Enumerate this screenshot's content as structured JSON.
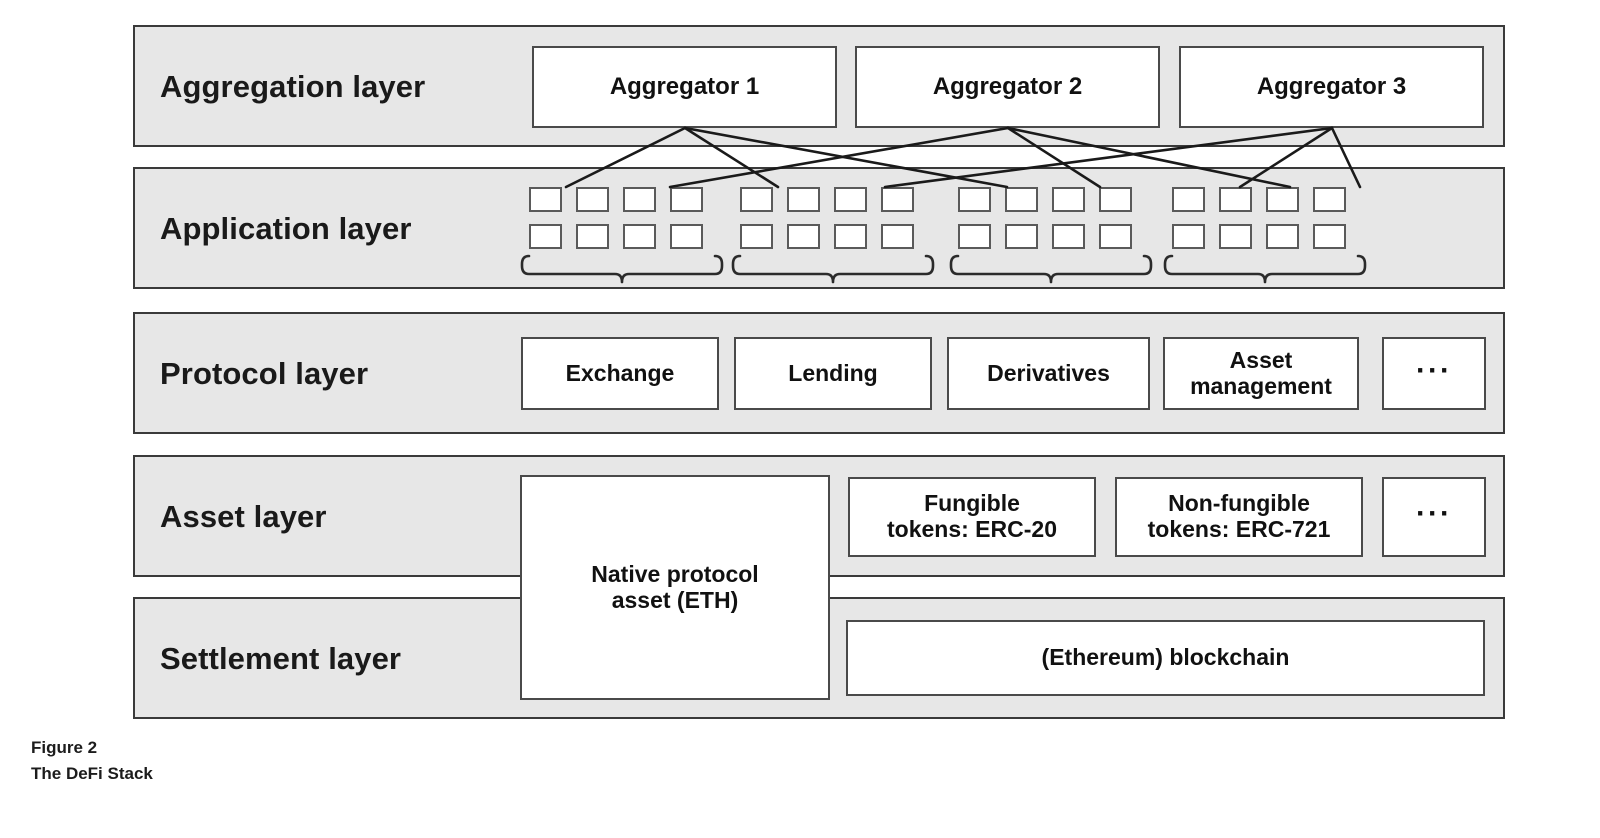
{
  "figure": {
    "caption_number": "Figure 2",
    "caption_title": "The DeFi Stack"
  },
  "colors": {
    "band_fill": "#e7e7e7",
    "band_border": "#3a3a3a",
    "box_fill": "#ffffff",
    "box_border": "#4a4a4a",
    "text": "#111111",
    "page_background": "#ffffff"
  },
  "layers": [
    {
      "id": "aggregation",
      "label": "Aggregation layer"
    },
    {
      "id": "application",
      "label": "Application layer"
    },
    {
      "id": "protocol",
      "label": "Protocol layer"
    },
    {
      "id": "asset",
      "label": "Asset layer"
    },
    {
      "id": "settlement",
      "label": "Settlement layer"
    }
  ],
  "aggregation": {
    "label": "Aggregation layer",
    "boxes": [
      {
        "label": "Aggregator 1"
      },
      {
        "label": "Aggregator 2"
      },
      {
        "label": "Aggregator 3"
      }
    ]
  },
  "application": {
    "label": "Application layer",
    "group_count": 4,
    "cells_per_group": 8,
    "cell_rows": 2,
    "cell_columns": 4,
    "groups": [
      {
        "index": 1,
        "brace": true
      },
      {
        "index": 2,
        "brace": true
      },
      {
        "index": 3,
        "brace": true
      },
      {
        "index": 4,
        "brace": true
      }
    ]
  },
  "protocol": {
    "label": "Protocol layer",
    "boxes": [
      {
        "label": "Exchange"
      },
      {
        "label": "Lending"
      },
      {
        "label": "Derivatives"
      },
      {
        "label": "Asset\nmanagement"
      },
      {
        "label": "···"
      }
    ]
  },
  "asset": {
    "label": "Asset layer",
    "boxes": [
      {
        "label": "Fungible\ntokens: ERC-20"
      },
      {
        "label": "Non-fungible\ntokens: ERC-721"
      },
      {
        "label": "···"
      }
    ],
    "spanning_box": {
      "label": "Native protocol\nasset (ETH)"
    }
  },
  "settlement": {
    "label": "Settlement layer",
    "boxes": [
      {
        "label": "(Ethereum) blockchain"
      }
    ]
  }
}
